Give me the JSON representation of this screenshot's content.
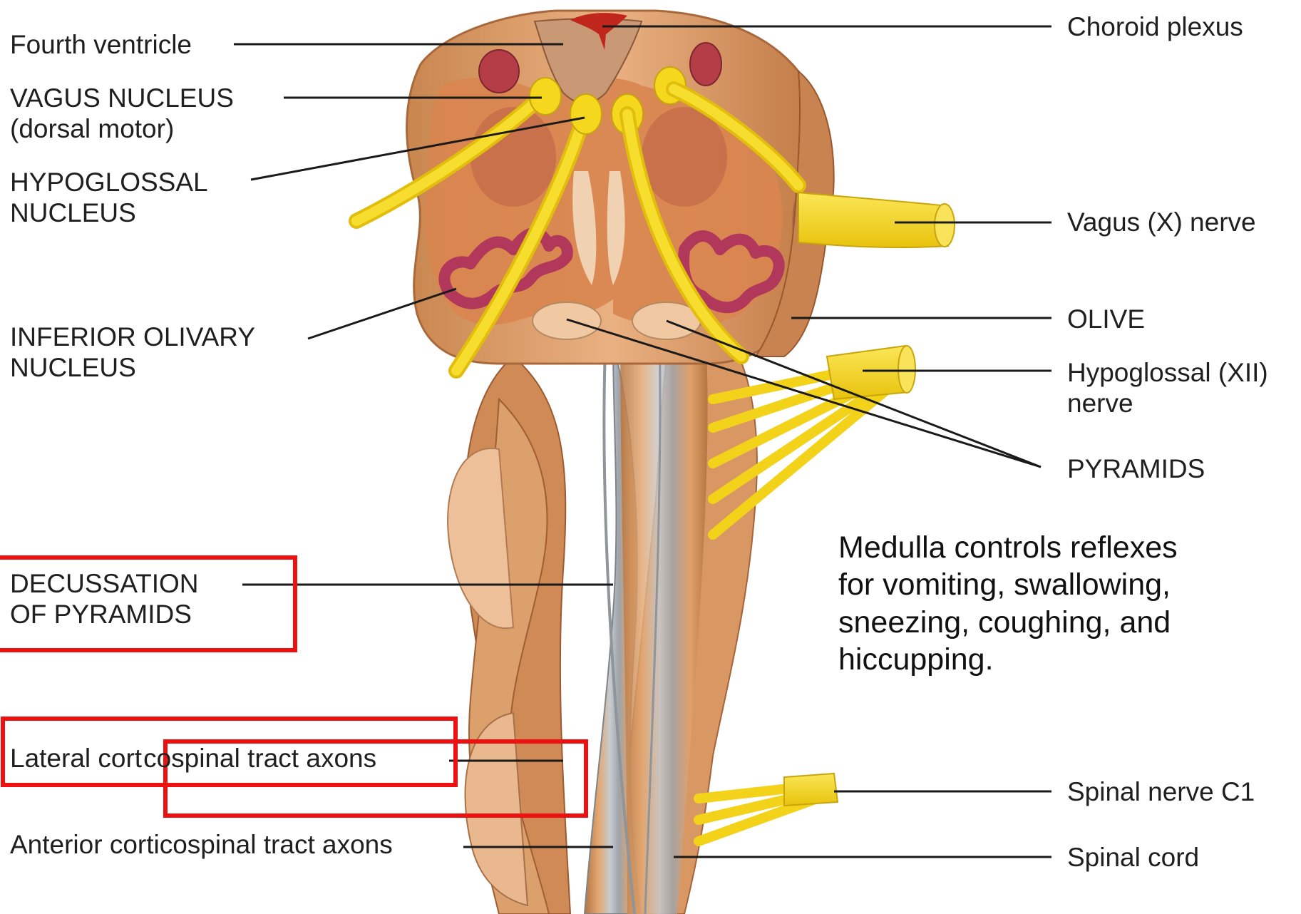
{
  "labels": {
    "fourth_ventricle": "Fourth ventricle",
    "vagus_nucleus": "VAGUS NUCLEUS",
    "vagus_nucleus_sub": "(dorsal motor)",
    "hypoglossal_nucleus_1": "HYPOGLOSSAL",
    "hypoglossal_nucleus_2": "NUCLEUS",
    "inferior_olivary_1": "INFERIOR OLIVARY",
    "inferior_olivary_2": "NUCLEUS",
    "decussation_1": "DECUSSATION",
    "decussation_2": "OF PYRAMIDS",
    "lateral_tract_a": "Lateral cort",
    "lateral_tract_b": "cospinal tract axons",
    "anterior_tract": "Anterior corticospinal tract axons",
    "choroid_plexus": "Choroid plexus",
    "vagus_nerve": "Vagus (X) nerve",
    "olive": "OLIVE",
    "hypoglossal_nerve_1": "Hypoglossal (XII)",
    "hypoglossal_nerve_2": "nerve",
    "pyramids": "PYRAMIDS",
    "spinal_nerve_c1": "Spinal nerve C1",
    "spinal_cord": "Spinal cord"
  },
  "note": {
    "line1": "Medulla controls reflexes",
    "line2": "for vomiting, swallowing,",
    "line3": "sneezing, coughing, and",
    "line4": "hiccupping."
  },
  "colors": {
    "tissue": "#e7a873",
    "tissue_dark": "#b96f3c",
    "gray_matter": "#d98450",
    "nerve": "#f2d51b",
    "nerve_edge": "#c9a50c",
    "olivary": "#b4425a",
    "pyramid": "#f1c9a2",
    "cord_gray": "#aeb2b6",
    "highlight": "#ee1111",
    "leader": "#1a1a1a"
  }
}
